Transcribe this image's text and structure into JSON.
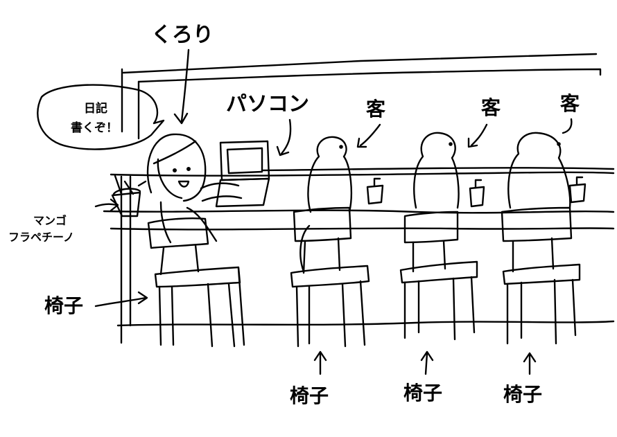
{
  "labels": {
    "kurori": "くろり",
    "speech_line1": "日記",
    "speech_line2": "書くぞ！",
    "pasokon": "パソコン",
    "kyaku_1": "客",
    "kyaku_2": "客",
    "kyaku_3": "客",
    "drink_line1": "マンゴ",
    "drink_line2": "フラペチーノ",
    "isu_left": "椅子",
    "isu_1": "椅子",
    "isu_2": "椅子",
    "isu_3": "椅子"
  },
  "colors": {
    "ink": "#000000",
    "paper": "#ffffff"
  }
}
